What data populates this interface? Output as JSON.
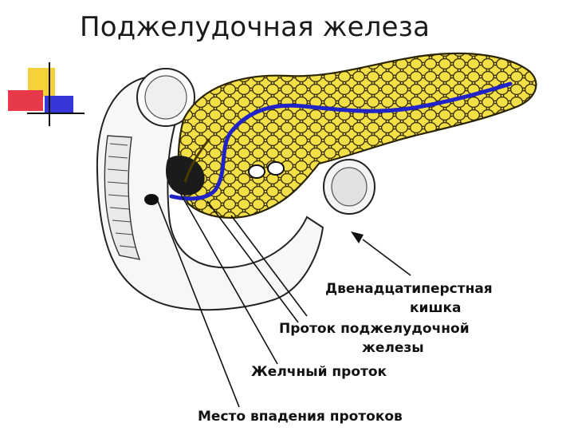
{
  "slide": {
    "title": "Поджелудочная железа"
  },
  "labels": {
    "duodenum_line1": "Двенадцатиперстная",
    "duodenum_line2": "кишка",
    "duct_line1": "Проток поджелудочной",
    "duct_line2": "железы",
    "bile_duct": "Желчный проток",
    "junction": "Место впадения протоков"
  },
  "colors": {
    "gland": "#f2dc2b",
    "gland_outline": "#3a3000",
    "duct": "#1f23c8",
    "deco_yellow": "#f5d23a",
    "deco_red": "#e8394a",
    "deco_blue": "#3535d8"
  }
}
